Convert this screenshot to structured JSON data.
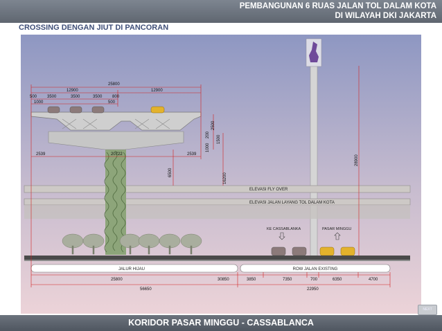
{
  "header": {
    "title_line1": "PEMBANGUNAN 6 RUAS JALAN TOL DALAM KOTA",
    "title_line2": "DI WILAYAH DKI JAKARTA",
    "subtitle": "CROSSING DENGAN JIUT DI PANCORAN"
  },
  "diagram": {
    "dims": {
      "d25800_top": "25800",
      "d12900_a": "12900",
      "d12900_b": "12900",
      "d500_a": "500",
      "d3500_a": "3500",
      "d3500_b": "3500",
      "d3500_c": "3500",
      "d800": "800",
      "d1000": "1000",
      "d500_b": "500",
      "d200": "200",
      "d2500": "2500",
      "d1000_b": "1000",
      "d1500": "1500",
      "d2539_a": "2539",
      "d20722": "20722",
      "d2539_b": "2539",
      "d6500": "6500",
      "d16200": "16200",
      "d28900": "28900",
      "d25800_bot": "25800",
      "d30850": "30850",
      "d3850": "3850",
      "d7350": "7350",
      "d700": "700",
      "d6350": "6350",
      "d4700": "4700",
      "d56650": "56650",
      "d22950": "22950"
    },
    "labels": {
      "flyover": "ELEVASI FLY OVER",
      "tollroad": "ELEVASI JALAN LAYANG TOL DALAM KOTA",
      "ke_cassablanka": "KE CASSABLANKA",
      "pasar_minggu": "PASAR MINGGU",
      "jalur_hijau": "JALUR HIJAU",
      "row_jalan": "ROW JALAN EXISTING"
    },
    "colors": {
      "sky_top": "#8e97c2",
      "sky_bottom": "#e8d0d6",
      "concrete": "#c9c9c9",
      "dim_line": "#d22020",
      "tree": "#a7ab9c"
    }
  },
  "footer": {
    "title": "KORIDOR PASAR MINGGU - CASSABLANCA",
    "nav_label": "NEXT"
  }
}
